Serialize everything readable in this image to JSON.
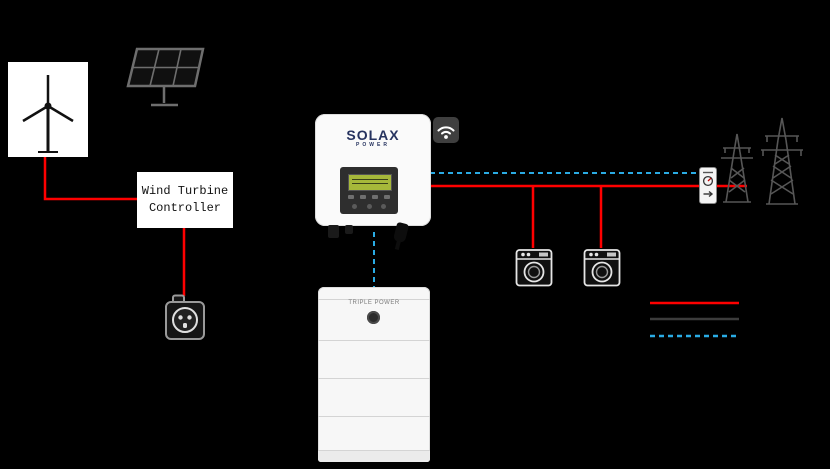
{
  "controller": {
    "label": "Wind Turbine Controller",
    "line1": "Wind Turbine",
    "line2": "Controller"
  },
  "inverter": {
    "brand": "SOLAX",
    "brand_sub": "POWER"
  },
  "battery": {
    "label": "TRIPLE POWER"
  },
  "colors": {
    "wire_red": "#fe0000",
    "wire_blue": "#2aabe4",
    "wire_dark": "#3c3c3c",
    "brand_navy": "#26335f",
    "lcd_green": "#a6b83a",
    "background": "#000000"
  },
  "legend": {
    "items": [
      {
        "name": "ac-power-line",
        "color": "#fe0000",
        "style": "solid"
      },
      {
        "name": "dc-power-line",
        "color": "#3c3c3c",
        "style": "solid"
      },
      {
        "name": "communication-line",
        "color": "#2aabe4",
        "style": "dashed"
      }
    ]
  },
  "icons": {
    "wind-turbine-icon": "three-blade wind turbine in white box",
    "solar-panel-icon": "tilted PV panel grid on stand",
    "power-socket-icon": "round wall socket with switch",
    "wifi-icon": "wifi arcs in rounded dark square",
    "washing-machine-icon": "front-load washer outline",
    "grid-pylon-icon": "lattice transmission towers",
    "energy-meter-icon": "din-rail meter with dial and arrow",
    "battery-indicator": "round status button"
  }
}
